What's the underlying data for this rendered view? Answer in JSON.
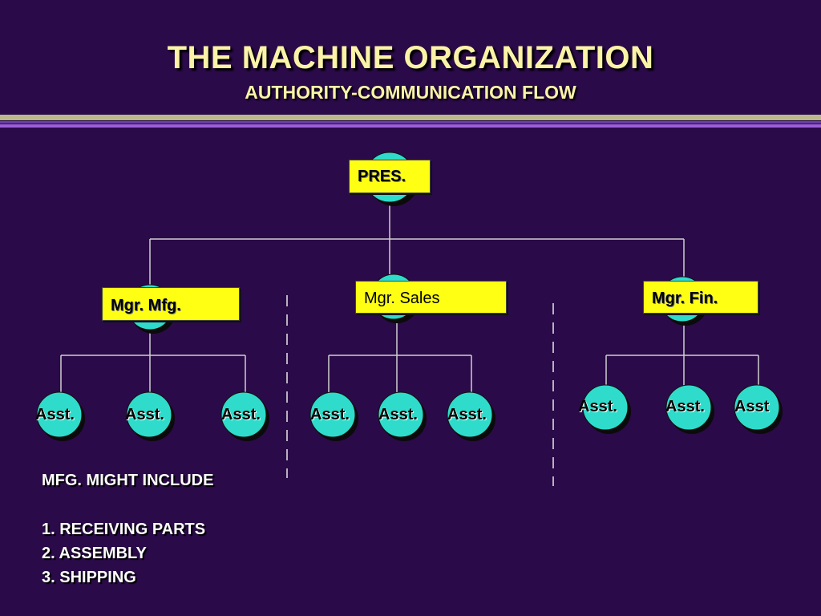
{
  "header": {
    "title": "THE MACHINE ORGANIZATION",
    "subtitle": "AUTHORITY-COMMUNICATION FLOW"
  },
  "org": {
    "president": "PRES.",
    "managers": {
      "mfg": "Mgr. Mfg.",
      "sales": "Mgr. Sales",
      "fin": "Mgr. Fin."
    },
    "assistants": {
      "mfg": [
        "Asst.",
        "Asst.",
        "Asst."
      ],
      "sales": [
        "Asst.",
        "Asst.",
        "Asst."
      ],
      "fin": [
        "Asst.",
        "Asst.",
        "Asst"
      ]
    }
  },
  "notes": {
    "heading": "MFG. MIGHT  INCLUDE",
    "items": [
      "1. RECEIVING PARTS",
      "2. ASSEMBLY",
      "3. SHIPPING"
    ]
  },
  "colors": {
    "background": "#2a0a48",
    "title": "#fbf3a8",
    "node_circle": "#2fdccb",
    "label_box": "#ffff14"
  }
}
